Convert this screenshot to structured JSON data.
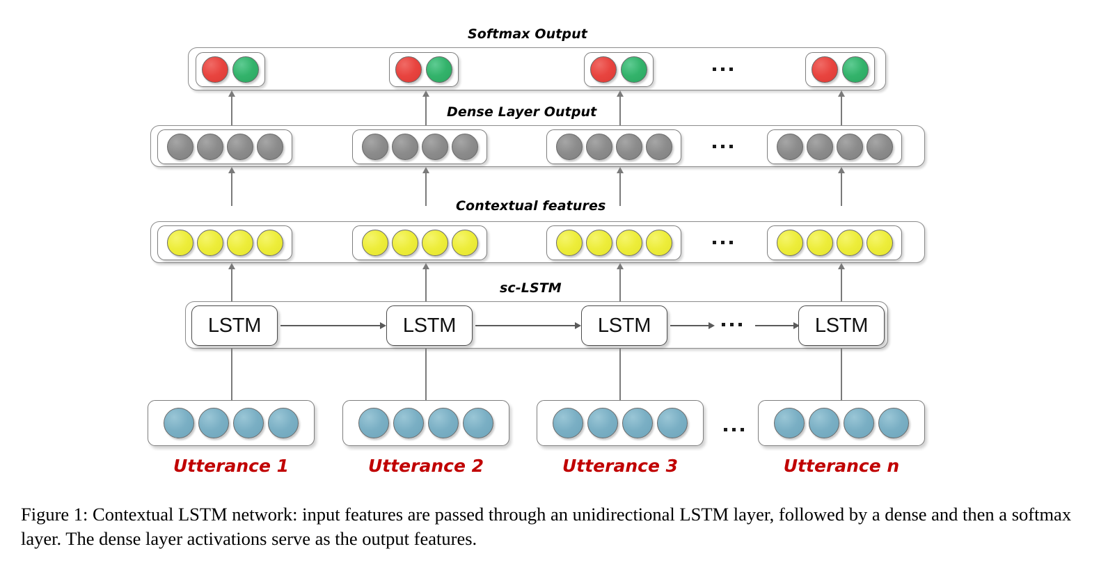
{
  "figure": {
    "caption": "Figure 1: Contextual LSTM network: input features are passed through an unidirectional LSTM layer, followed by a dense and then a softmax layer. The dense layer activations serve as the output features."
  },
  "layers": {
    "softmax": {
      "label": "Softmax Output",
      "node_colors": [
        "#e8443f",
        "#33b36b"
      ],
      "nodes_per_group": 2,
      "group_count": 4,
      "ellipsis": "..."
    },
    "dense": {
      "label": "Dense Layer Output",
      "node_color": "#8c8c8c",
      "nodes_per_group": 4,
      "group_count": 4,
      "ellipsis": "..."
    },
    "contextual": {
      "label": "Contextual features",
      "node_color": "#eded3a",
      "nodes_per_group": 4,
      "group_count": 4,
      "ellipsis": "..."
    },
    "sclstm": {
      "label": "sc-LSTM",
      "cell_label": "LSTM",
      "cells": [
        "LSTM",
        "LSTM",
        "LSTM",
        "LSTM"
      ],
      "ellipsis": "..."
    },
    "input": {
      "node_color": "#7aafc4",
      "nodes_per_group": 4,
      "group_count": 4,
      "ellipsis": "..."
    }
  },
  "utterances": [
    {
      "label": "Utterance 1"
    },
    {
      "label": "Utterance 2"
    },
    {
      "label": "Utterance 3"
    },
    {
      "label": "Utterance n"
    }
  ],
  "colors": {
    "utterance_label": "#c00000",
    "connector": "#7a7a7a",
    "box_border": "#8a8a8a"
  }
}
